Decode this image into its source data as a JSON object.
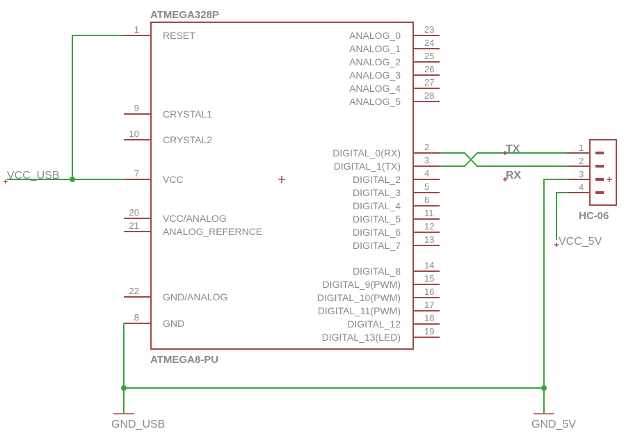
{
  "chip": {
    "name": "ATMEGA328P",
    "value": "ATMEGA8-PU",
    "left_pins": [
      {
        "num": "1",
        "label": "RESET"
      },
      {
        "num": "9",
        "label": "CRYSTAL1"
      },
      {
        "num": "10",
        "label": "CRYSTAL2"
      },
      {
        "num": "7",
        "label": "VCC"
      },
      {
        "num": "20",
        "label": "VCC/ANALOG"
      },
      {
        "num": "21",
        "label": "ANALOG_REFERNCE"
      },
      {
        "num": "22",
        "label": "GND/ANALOG"
      },
      {
        "num": "8",
        "label": "GND"
      }
    ],
    "right_pins": [
      {
        "num": "23",
        "label": "ANALOG_0"
      },
      {
        "num": "24",
        "label": "ANALOG_1"
      },
      {
        "num": "25",
        "label": "ANALOG_2"
      },
      {
        "num": "26",
        "label": "ANALOG_3"
      },
      {
        "num": "27",
        "label": "ANALOG_4"
      },
      {
        "num": "28",
        "label": "ANALOG_5"
      },
      {
        "num": "2",
        "label": "DIGITAL_0(RX)"
      },
      {
        "num": "3",
        "label": "DIGITAL_1(TX)"
      },
      {
        "num": "4",
        "label": "DIGITAL_2"
      },
      {
        "num": "5",
        "label": "DIGITAL_3"
      },
      {
        "num": "6",
        "label": "DIGITAL_4"
      },
      {
        "num": "11",
        "label": "DIGITAL_5"
      },
      {
        "num": "12",
        "label": "DIGITAL_6"
      },
      {
        "num": "13",
        "label": "DIGITAL_7"
      },
      {
        "num": "14",
        "label": "DIGITAL_8"
      },
      {
        "num": "15",
        "label": "DIGITAL_9(PWM)"
      },
      {
        "num": "16",
        "label": "DIGITAL_10(PWM)"
      },
      {
        "num": "17",
        "label": "DIGITAL_11(PWM)"
      },
      {
        "num": "18",
        "label": "DIGITAL_12"
      },
      {
        "num": "19",
        "label": "DIGITAL_13(LED)"
      }
    ]
  },
  "connector": {
    "name": "HC-06",
    "pins": [
      "1",
      "2",
      "3",
      "4"
    ]
  },
  "nets": {
    "tx": "TX",
    "rx": "RX",
    "vcc_usb": "VCC_USB",
    "vcc_5v": "VCC_5V",
    "gnd_usb": "GND_USB",
    "gnd_5v": "GND_5V"
  },
  "colors": {
    "component": "#a04848",
    "wire": "#3aa23a",
    "text": "#8a8a8a"
  }
}
